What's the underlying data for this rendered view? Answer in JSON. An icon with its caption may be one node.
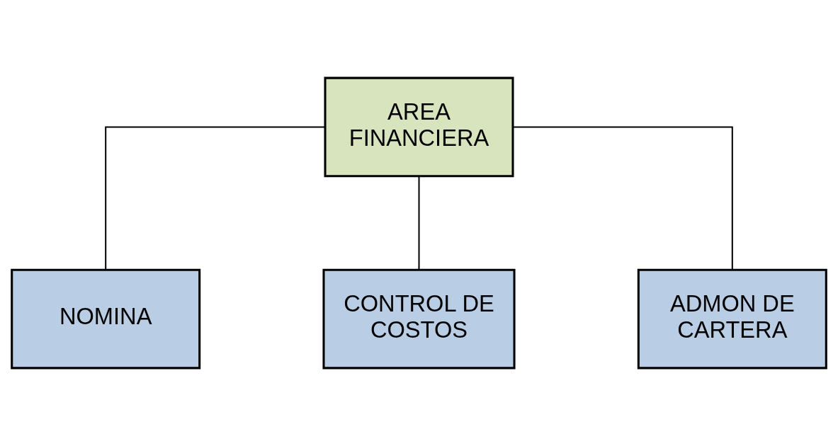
{
  "diagram": {
    "nodes": [
      {
        "text": [
          "AREA FINANCIERA"
        ]
      },
      {
        "text": [
          "NOMINA"
        ]
      },
      {
        "text": [
          "CONTROL DE COSTOS"
        ]
      },
      {
        "text": [
          "ADMON DE CARTERA"
        ]
      }
    ],
    "edges": [
      {
        "from": 0,
        "to": 1,
        "arrow": "none"
      },
      {
        "from": 0,
        "to": 2,
        "arrow": "none"
      },
      {
        "from": 0,
        "to": 3,
        "arrow": "none"
      }
    ]
  }
}
